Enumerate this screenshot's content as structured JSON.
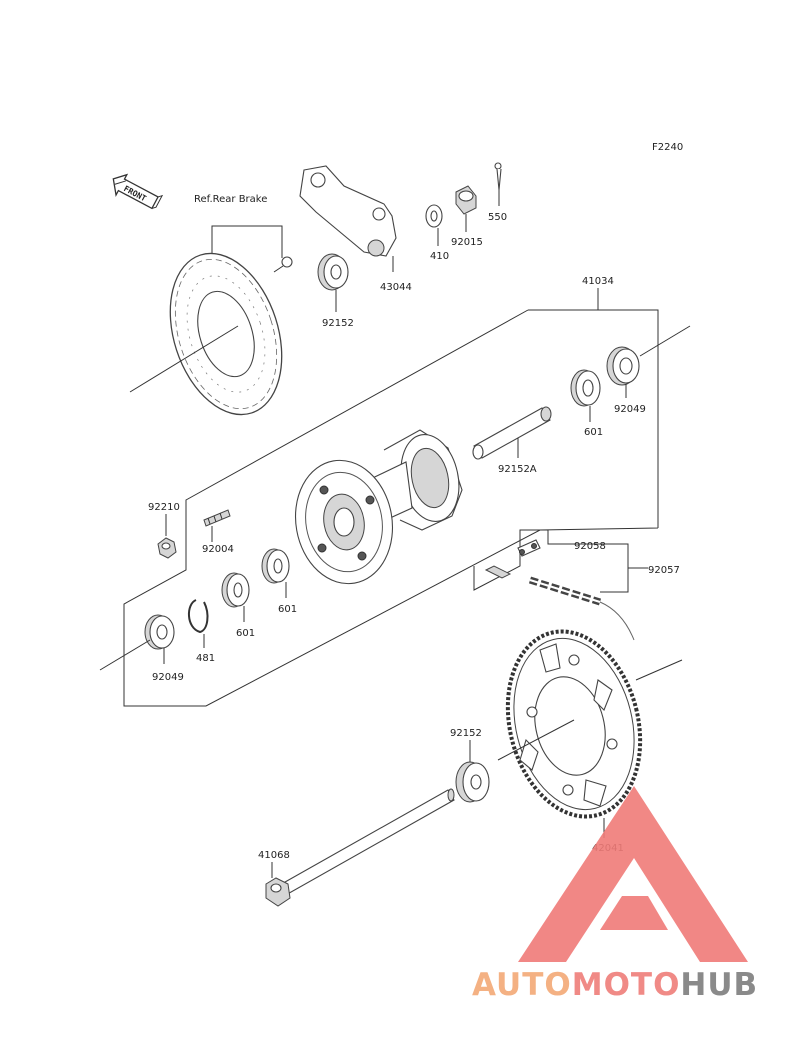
{
  "figure_code": "F2240",
  "front_label": "FRONT",
  "ref_label": "Ref.Rear Brake",
  "parts": {
    "p550": "550",
    "p92015": "92015",
    "p410": "410",
    "p43044": "43044",
    "p92152_top": "92152",
    "p41034": "41034",
    "p92049_right": "92049",
    "p601_right": "601",
    "p92152A": "92152A",
    "p92210": "92210",
    "p92004": "92004",
    "p601_mid": "601",
    "p601_left": "601",
    "p481": "481",
    "p92049_left": "92049",
    "p92058": "92058",
    "p92057": "92057",
    "p92152_bottom": "92152",
    "p42041": "42041",
    "p41068": "41068"
  },
  "watermark": {
    "part_a": "AUTO",
    "part_b": "MOTO",
    "part_c": "HUB",
    "color_a": "#f4b183",
    "color_b": "#f08a86",
    "color_c": "#8a8a8a",
    "logo_color": "#f07b78"
  }
}
